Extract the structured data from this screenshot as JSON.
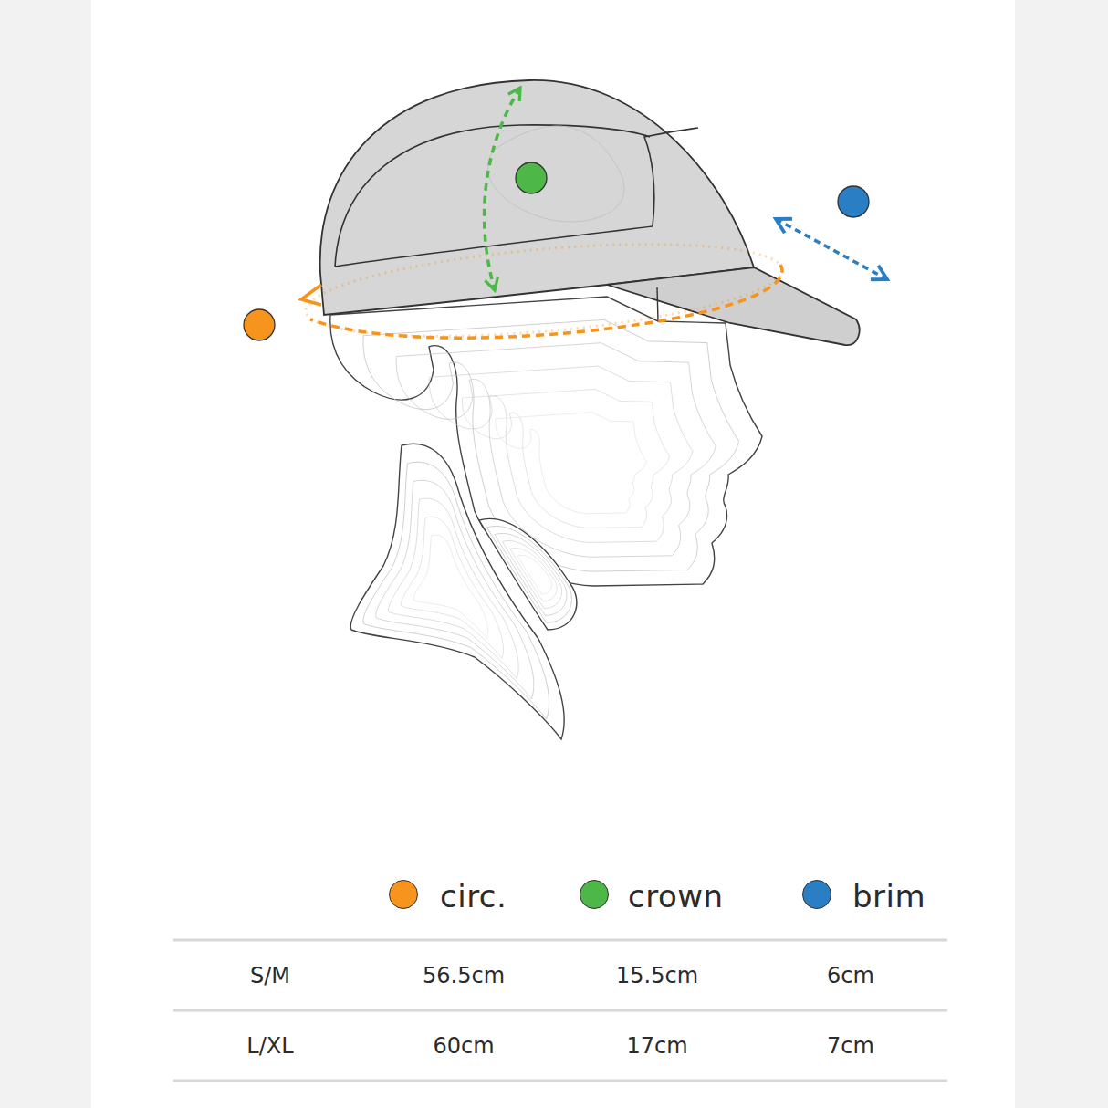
{
  "diagram": {
    "labels": [
      "S/M",
      "56.5cm",
      "15.5cm",
      "6cm",
      "L/XL",
      "60cm",
      "17cm",
      "7cm"
    ],
    "legend": [
      {
        "text": "circ.",
        "color": "#f7941d"
      },
      {
        "text": "crown",
        "color": "#4db748"
      },
      {
        "text": "brim",
        "color": "#2a7ec4"
      }
    ]
  }
}
